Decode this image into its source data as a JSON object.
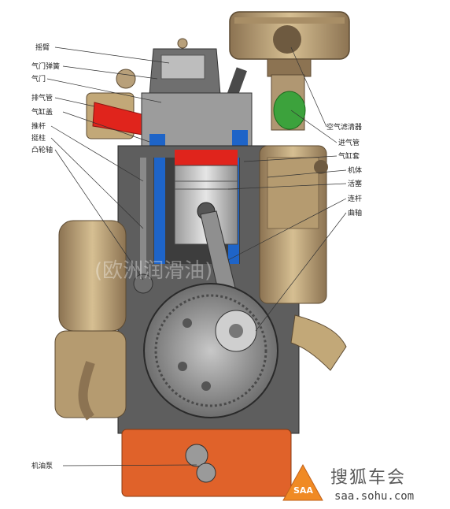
{
  "labels_left": [
    {
      "id": "rocker-arm",
      "text": "摇臂"
    },
    {
      "id": "valve-spring",
      "text": "气门弹簧"
    },
    {
      "id": "valve",
      "text": "气门"
    },
    {
      "id": "exhaust-pipe",
      "text": "排气管"
    },
    {
      "id": "cylinder-head",
      "text": "气缸盖"
    },
    {
      "id": "push-rod",
      "text": "推杆"
    },
    {
      "id": "tappet",
      "text": "挺柱"
    },
    {
      "id": "camshaft",
      "text": "凸轮轴"
    },
    {
      "id": "oil-pump",
      "text": "机油泵"
    }
  ],
  "labels_right": [
    {
      "id": "air-cleaner",
      "text": "空气滤清器"
    },
    {
      "id": "intake-pipe",
      "text": "进气管"
    },
    {
      "id": "cylinder-liner",
      "text": "气缸套"
    },
    {
      "id": "engine-block",
      "text": "机体"
    },
    {
      "id": "piston",
      "text": "活塞"
    },
    {
      "id": "connecting-rod",
      "text": "连杆"
    },
    {
      "id": "crankshaft",
      "text": "曲轴"
    }
  ],
  "watermark": {
    "overlay_text": "(欧洲润滑油)",
    "brand_text": "搜狐车会",
    "url": "saa.sohu.com",
    "badge": "SAA"
  },
  "colors": {
    "metal": "#b8a07a",
    "metal_dark": "#7a6448",
    "red": "#e0241c",
    "blue": "#1e64c8",
    "green": "#3ca23c",
    "sump": "#e0622a",
    "gray": "#8a8a8a"
  }
}
